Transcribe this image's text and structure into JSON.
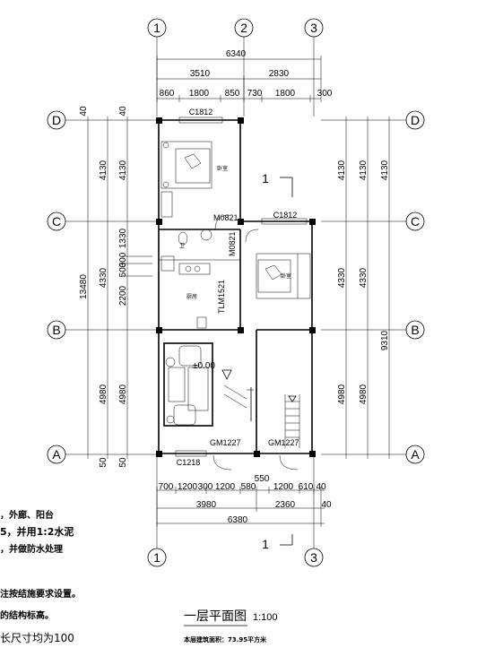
{
  "axes": {
    "top": [
      "1",
      "2",
      "3"
    ],
    "bottom": [
      "1",
      "3"
    ],
    "left": [
      "D",
      "C",
      "B",
      "A"
    ],
    "right": [
      "D",
      "C",
      "B",
      "A"
    ]
  },
  "dims_top": {
    "overall": "6340",
    "row2": [
      "3510",
      "2830"
    ],
    "row3": [
      "860",
      "1800",
      "850",
      "730",
      "1800",
      "300"
    ]
  },
  "dims_bottom": {
    "row1": [
      "700",
      "1200",
      "300",
      "1200",
      "580",
      "550",
      "1200",
      "610",
      "40"
    ],
    "row2": [
      "3980",
      "2360",
      "40"
    ],
    "overall": "6380"
  },
  "dims_left": {
    "top_pair": [
      "40",
      "40"
    ],
    "seg_outer": [
      "4130",
      "4330",
      "4980"
    ],
    "seg_inner": [
      "4130",
      "1330",
      "300",
      "500",
      "2200",
      "4980"
    ],
    "overall": "13480",
    "bottom_pair": [
      "50",
      "50"
    ]
  },
  "dims_right": {
    "seg_outer": [
      "4130",
      "4330",
      "4980"
    ],
    "seg_inner": [
      "4130",
      "4330",
      "4980"
    ],
    "overall": "9310"
  },
  "labels": {
    "window_top": "C1812",
    "window_mid": "C1812",
    "window_bottom": "C1218",
    "door_m1": "M0821",
    "door_m2": "M0821",
    "door_tlm": "TLM1521",
    "door_gm1": "GM1227",
    "door_gm2": "GM1227",
    "elevation": "±0.00",
    "section_mark_1": "1",
    "section_mark_2": "1",
    "room_bed1": "卧室",
    "room_bed2": "卧室",
    "room_wc": "卫",
    "room_kitchen": "厨房"
  },
  "notes": [
    "，外廊、阳台",
    "5，并用1:2水泥",
    "，并做防水处理",
    "注按结施要求设置。",
    "的结构标高。",
    "长尺寸均为100"
  ],
  "title": {
    "name": "一层平面图",
    "scale": "1:100",
    "area": "本层建筑面积：73.95平方米"
  }
}
